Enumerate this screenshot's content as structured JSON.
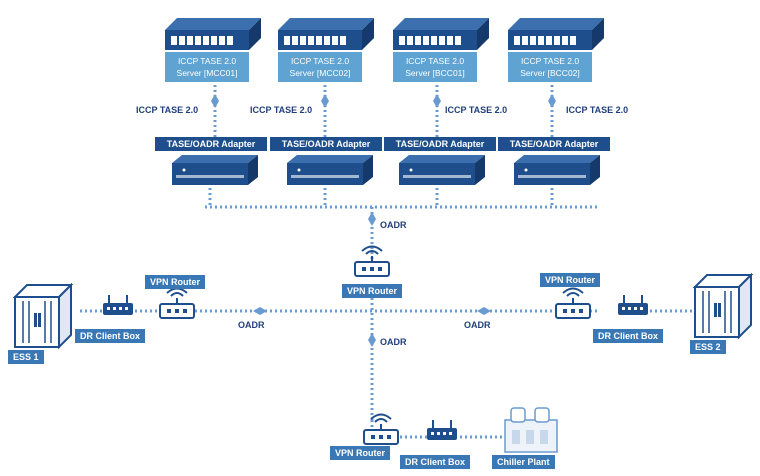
{
  "colors": {
    "dark_blue": "#1e4f8c",
    "mid_blue": "#3a78b5",
    "light_blue": "#5ea3d2",
    "line": "#6a9bd0"
  },
  "servers": [
    {
      "line1": "ICCP TASE 2.0",
      "line2": "Server  [MCC01]"
    },
    {
      "line1": "ICCP TASE 2.0",
      "line2": "Server  [MCC02]"
    },
    {
      "line1": "ICCP TASE 2.0",
      "line2": "Server  [BCC01]"
    },
    {
      "line1": "ICCP TASE 2.0",
      "line2": "Server  [BCC02]"
    }
  ],
  "iccp_links": [
    "ICCP TASE 2.0",
    "ICCP TASE 2.0",
    "ICCP TASE 2.0",
    "ICCP TASE 2.0"
  ],
  "adapters": [
    "TASE/OADR Adapter",
    "TASE/OADR Adapter",
    "TASE/OADR Adapter",
    "TASE/OADR Adapter"
  ],
  "oadr_links": {
    "top": "OADR",
    "left": "OADR",
    "right": "OADR",
    "bottom": "OADR"
  },
  "routers": {
    "center": "VPN Router",
    "left": "VPN Router",
    "right": "VPN Router",
    "bottom": "VPN Router"
  },
  "client_boxes": {
    "left": "DR Client Box",
    "right": "DR Client Box",
    "bottom": "DR Client Box"
  },
  "ess": {
    "left": "ESS 1",
    "right": "ESS 2"
  },
  "chiller": "Chiller Plant"
}
